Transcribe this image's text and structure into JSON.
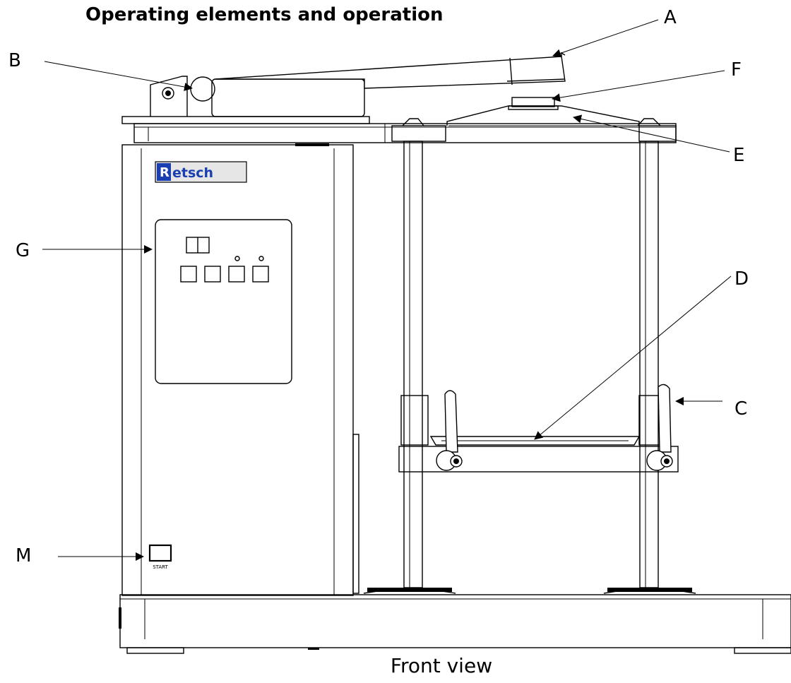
{
  "title": "Operating elements and operation",
  "caption": "Front view",
  "brand": {
    "text": "Retsch",
    "color": "#1a3fb0"
  },
  "control_panel": {
    "start_label": "START"
  },
  "callouts": [
    {
      "id": "A",
      "label": "A"
    },
    {
      "id": "B",
      "label": "B"
    },
    {
      "id": "C",
      "label": "C"
    },
    {
      "id": "D",
      "label": "D"
    },
    {
      "id": "E",
      "label": "E"
    },
    {
      "id": "F",
      "label": "F"
    },
    {
      "id": "G",
      "label": "G"
    },
    {
      "id": "M",
      "label": "M"
    }
  ]
}
